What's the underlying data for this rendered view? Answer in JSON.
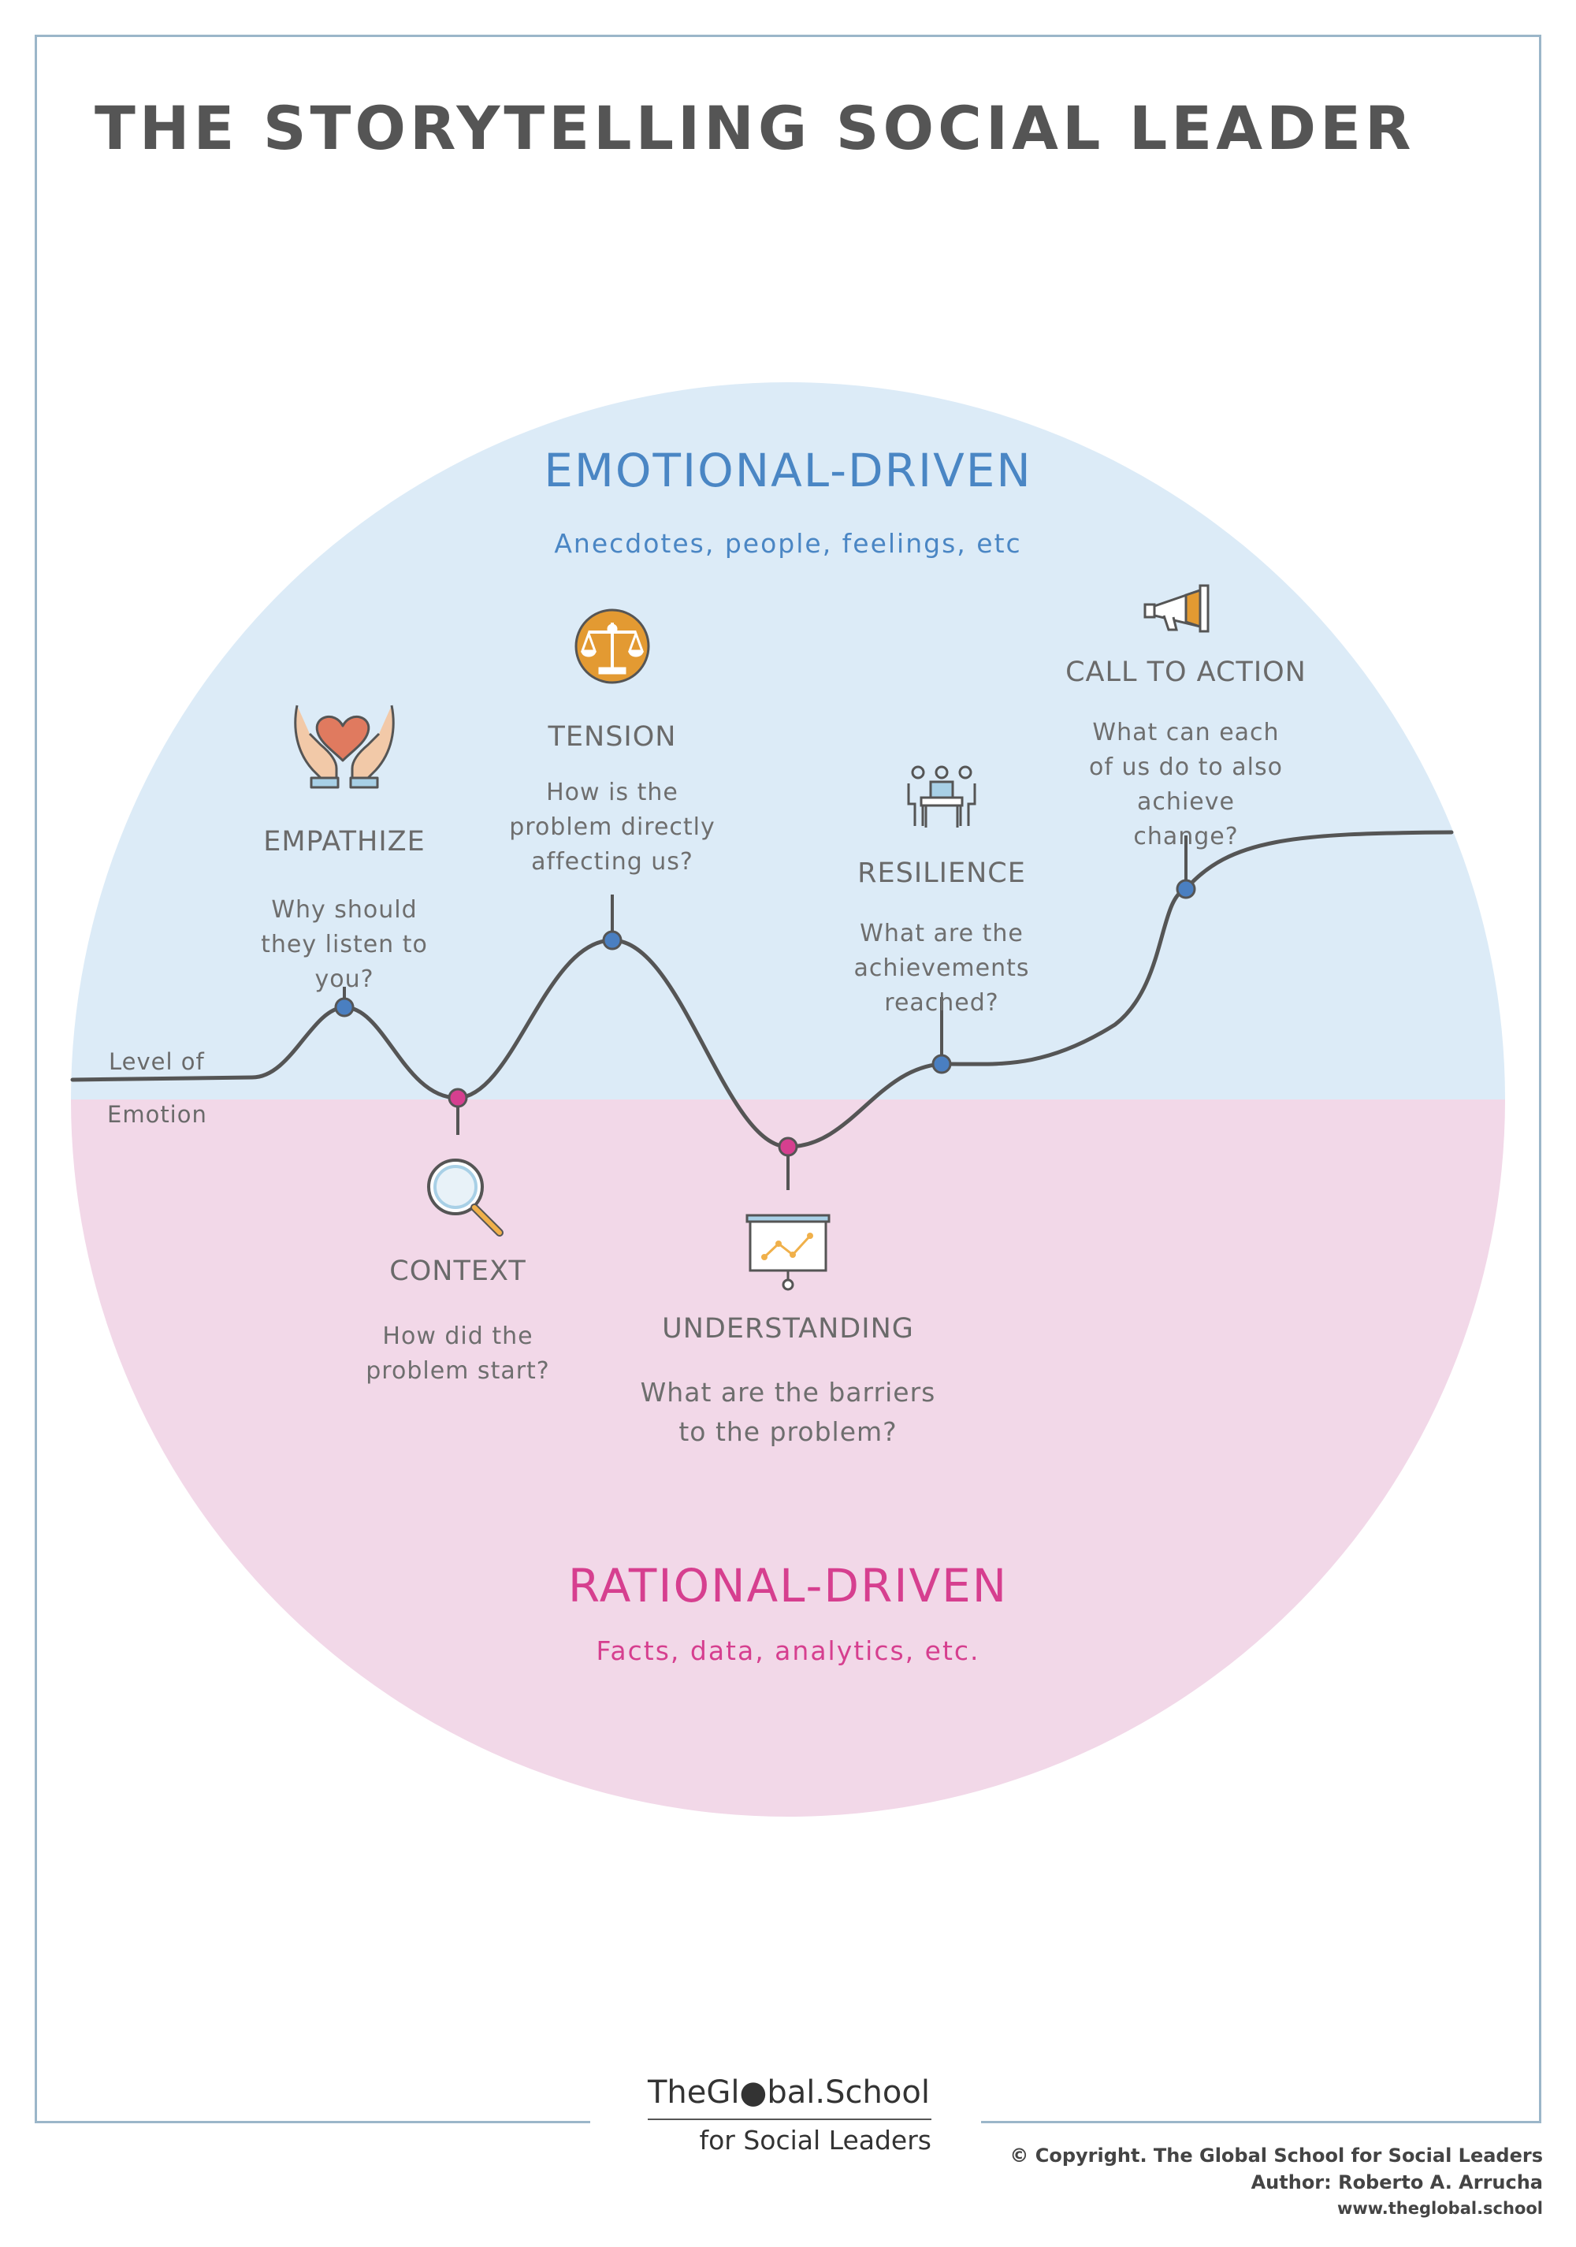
{
  "title": "THE STORYTELLING SOCIAL LEADER",
  "colors": {
    "emotional_bg": "#dcebf7",
    "rational_bg": "#f2d8e8",
    "emotional_text": "#4a86c4",
    "rational_text": "#d63f8f",
    "curve": "#555555",
    "peak_dot": "#4a7fc1",
    "trough_dot": "#d63f8f"
  },
  "zones": {
    "emotional": {
      "title": "EMOTIONAL-DRIVEN",
      "subtitle": "Anecdotes, people, feelings, etc"
    },
    "rational": {
      "title": "RATIONAL-DRIVEN",
      "subtitle": "Facts, data, analytics, etc."
    }
  },
  "axis_label": {
    "line1": "Level of",
    "line2": "Emotion"
  },
  "stages": [
    {
      "title": "EMPATHIZE",
      "question": "Why should they listen to you?",
      "icon": "caring-hands-heart-icon",
      "zone": "emotional"
    },
    {
      "title": "CONTEXT",
      "question": "How did the problem start?",
      "icon": "magnifying-glass-icon",
      "zone": "rational"
    },
    {
      "title": "TENSION",
      "question": "How is the problem directly affecting us?",
      "icon": "balance-scale-icon",
      "zone": "emotional"
    },
    {
      "title": "UNDERSTANDING",
      "question": "What are the barriers to the problem?",
      "icon": "presentation-chart-icon",
      "zone": "rational"
    },
    {
      "title": "RESILIENCE",
      "question": "What are the achievements reached?",
      "icon": "team-meeting-icon",
      "zone": "emotional"
    },
    {
      "title": "CALL TO ACTION",
      "question": "What can each of us do to also achieve change?",
      "icon": "megaphone-icon",
      "zone": "emotional"
    }
  ],
  "logo": {
    "main": "TheGl●bal.School",
    "sub": "for Social Leaders"
  },
  "credits": {
    "copyright": "© Copyright. The Global School for Social Leaders",
    "author": "Author: Roberto A. Arrucha",
    "url": "www.theglobal.school"
  }
}
